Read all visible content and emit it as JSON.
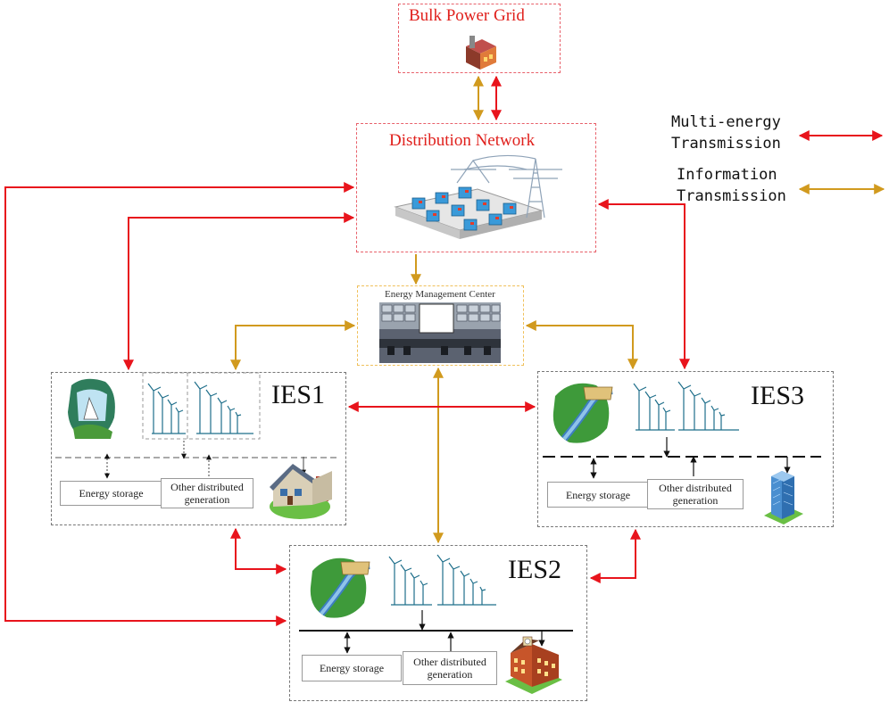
{
  "bulk_grid": {
    "title": "Bulk Power Grid"
  },
  "distribution": {
    "title": "Distribution Network"
  },
  "emc": {
    "title": "Energy Management Center"
  },
  "ies1": {
    "label": "IES1",
    "storage": "Energy storage",
    "other": "Other distributed generation"
  },
  "ies2": {
    "label": "IES2",
    "storage": "Energy storage",
    "other": "Other distributed generation"
  },
  "ies3": {
    "label": "IES3",
    "storage": "Energy storage",
    "other": "Other distributed generation"
  },
  "legend": {
    "multi_energy": "Multi-energy Transmission",
    "information": "Information Transmission"
  },
  "colors": {
    "energy": "#e8141c",
    "info": "#d19a1e",
    "box_red": "#e8606a",
    "box_gold": "#f0c05a"
  }
}
